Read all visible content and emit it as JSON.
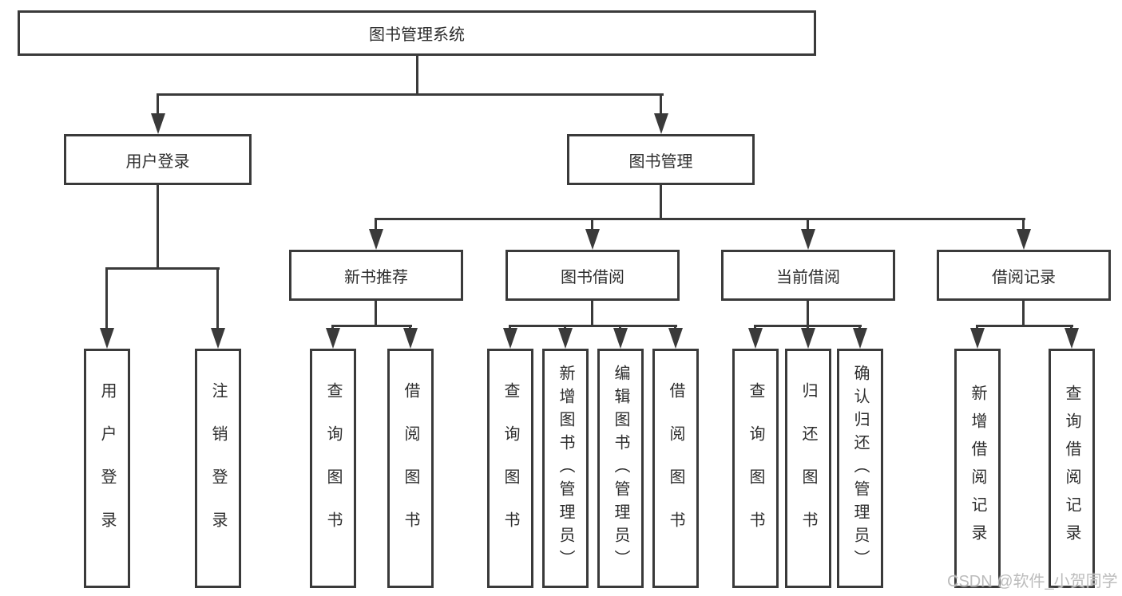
{
  "colors": {
    "line": "#3a3a3a",
    "text": "#2d2d2d",
    "box_bg": "#ffffff",
    "watermark": "#bcbcbc"
  },
  "tree": {
    "label": "图书管理系统",
    "children": [
      {
        "label": "用户登录",
        "children": [
          {
            "label": "用户登录"
          },
          {
            "label": "注销登录"
          }
        ]
      },
      {
        "label": "图书管理",
        "children": [
          {
            "label": "新书推荐",
            "children": [
              {
                "label": "查询图书"
              },
              {
                "label": "借阅图书"
              }
            ]
          },
          {
            "label": "图书借阅",
            "children": [
              {
                "label": "查询图书"
              },
              {
                "label": "新增图书（管理员）"
              },
              {
                "label": "编辑图书（管理员）"
              },
              {
                "label": "借阅图书"
              }
            ]
          },
          {
            "label": "当前借阅",
            "children": [
              {
                "label": "查询图书"
              },
              {
                "label": "归还图书"
              },
              {
                "label": "确认归还（管理员）"
              }
            ]
          },
          {
            "label": "借阅记录",
            "children": [
              {
                "label": "新增借阅记录"
              },
              {
                "label": "查询借阅记录"
              }
            ]
          }
        ]
      }
    ]
  },
  "watermark": {
    "text": "CSDN @软件_小贺同学"
  }
}
